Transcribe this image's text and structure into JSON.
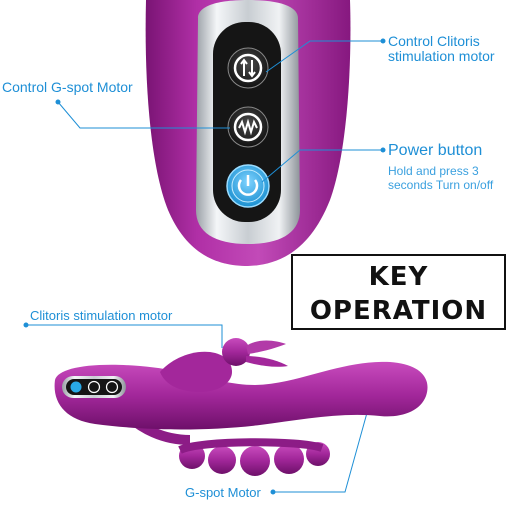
{
  "callouts": {
    "clitoris_control_line1": "Control Clitoris",
    "clitoris_control_line2": "stimulation motor",
    "gspot_control": "Control G-spot Motor",
    "power_title": "Power button",
    "power_desc_line1": "Hold and press 3",
    "power_desc_line2": "seconds Turn on/off",
    "clitoris_motor": "Clitoris stimulation motor",
    "gspot_motor": "G-spot Motor"
  },
  "title_box": {
    "line1": "KEY",
    "line2": "OPERATION"
  },
  "colors": {
    "accent": "#1e8fd6",
    "product": "#a4259b",
    "power_button": "#29a9e6",
    "panel": "#1a1a1a"
  },
  "icons": [
    "swap-arrows-icon",
    "wave-icon",
    "power-icon"
  ]
}
